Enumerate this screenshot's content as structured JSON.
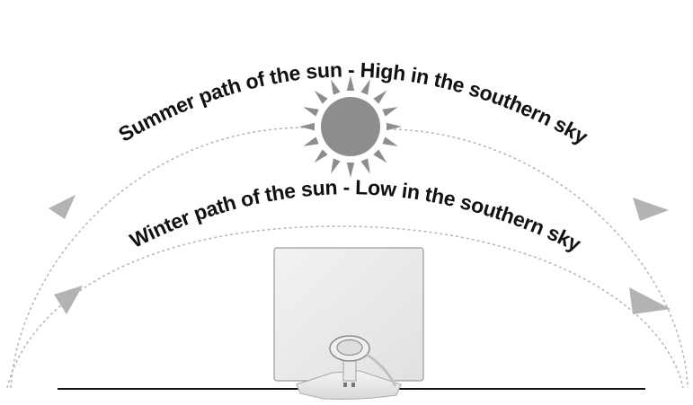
{
  "labels": {
    "summer_path": "Summer path of the sun - High in the southern sky",
    "winter_path": "Winter path of the sun - Low in the southern sky"
  },
  "icons": {
    "sun": "sun-icon",
    "panel": "solar-panel",
    "arrow": "arrowhead-icon"
  },
  "colors": {
    "sun": "#8d8d8d",
    "path": "#b5b5b5",
    "arrow": "#b3b3b3",
    "text": "#111111",
    "ground": "#111111",
    "panel": "#ececec"
  }
}
